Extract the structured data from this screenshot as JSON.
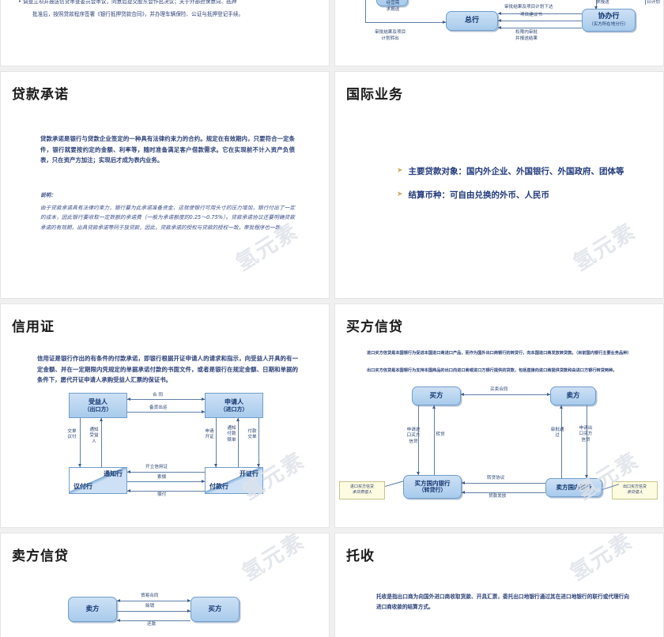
{
  "watermark": "氢元素",
  "slides": [
    {
      "id": "slide-partial-top-left",
      "title": "",
      "text_line1": "• 调查立项并报送信贷审查委员会审议，同意后提交股东会作出决议；关于外部担保意向、抵押",
      "text_line2": "批准后，按照贷款程序签署《银行抵押贷款合同》，并办理车辆保险、公证与抵押登记手续。"
    },
    {
      "id": "slide-partial-top-right",
      "diagram": {
        "nodes": [
          {
            "name": "总行",
            "sub": ""
          },
          {
            "name": "协办行",
            "sub": "（买方所在地分行）"
          }
        ],
        "labels": [
          "经营需求报送",
          "审批结果及项目计划下达",
          "项目建议书",
          "权限内审批并报送结果",
          "审批结果及项目计划转出",
          "求报送",
          "日计划"
        ]
      }
    },
    {
      "id": "slide-loan-commitment",
      "title": "贷款承诺",
      "body": "贷款承诺是银行与贷款企业签定的一种具有法律约束力的合约。规定在有效期内，只要符合一定条件，银行就要按约定的金额、利率等，随时准备满足客户借款需求。它在实现前不计入资产负债表，只在资产方加注；实现后才成为表内业务。",
      "note_label": "说明：",
      "note": "由于贷款承诺具有法律约束力，银行要为此承诺准备资金，这就使银行可用头寸的压力增加，银行付出了一定的成本，因此银行要收取一定数额的承诺费（一般为承诺额度的0.25～0.75%）。贷款承诺协议还要明确贷款承诺的有效期，出具贷款承诺等同于放贷款，因此，贷款承诺的授权与贷款的授权一致，审批程序也一致。"
    },
    {
      "id": "slide-international-business",
      "title": "国际业务",
      "bullets": [
        "主要贷款对象：国内外企业、外国银行、外国政府、团体等",
        "结算币种：可自由兑换的外币、人民币"
      ]
    },
    {
      "id": "slide-letter-of-credit",
      "title": "信用证",
      "body": "信用证是银行作出的有条件的付款承诺，即银行根据开证申请人的请求和指示，向受益人开具的有一定金额、并在一定期限内凭规定的单据承诺付款的书面文件，或者是银行在规定金额、日期和单据的条件下，愿代开证申请人承购受益人汇票的保证书。",
      "diagram": {
        "nodes": [
          {
            "name": "受益人",
            "sub": "（出口方）"
          },
          {
            "name": "申请人",
            "sub": "（进口方）"
          },
          {
            "t1": "通知行",
            "t2": "议付行"
          },
          {
            "t1": "开证行",
            "t2": "付款行"
          }
        ],
        "labels": [
          "合  同",
          "备货出运",
          "交单议付",
          "通知 受益人",
          "申请开证",
          "通知付款赎单",
          "付款交单",
          "开立信用证",
          "索偿",
          "偿付"
        ]
      }
    },
    {
      "id": "slide-buyer-credit",
      "title": "买方信贷",
      "para1": "进口买方信贷是本国银行为促进本国进口商进口产品，而作为国外出口商银行的转贷行，向本国进口商发放转贷款。（目前国内银行主要业务品种）",
      "para2": "出口买方信贷是本国银行为支持本国商品的出口向进口商或进口方银行提供的贷款，包括直接向进口商提供贷款和由进口方银行转贷两种。",
      "diagram": {
        "nodes": [
          {
            "name": "买方",
            "sub": ""
          },
          {
            "name": "卖方",
            "sub": ""
          },
          {
            "name": "买方国内银行",
            "sub": "（转贷行）"
          },
          {
            "name": "卖方国内银行",
            "sub": ""
          }
        ],
        "callouts": [
          {
            "l1": "进口买方信贷",
            "l2": "承贷费借人"
          },
          {
            "l1": "出口买方信贷",
            "l2": "承贷借人"
          }
        ],
        "labels": [
          "买卖合同",
          "申请进口买方信贷",
          "转贷",
          "审批通过",
          "申请出口买方信贷",
          "转贷协议",
          "贷款发放"
        ]
      }
    },
    {
      "id": "slide-seller-credit",
      "title": "卖方信贷",
      "diagram": {
        "nodes": [
          {
            "name": "卖方",
            "sub": ""
          },
          {
            "name": "买方",
            "sub": ""
          }
        ],
        "labels": [
          "贸易合同",
          "赊销",
          "还款"
        ]
      }
    },
    {
      "id": "slide-collection",
      "title": "托收",
      "body": "托收是指出口商为向国外进口商收取货款、开具汇票，委托出口地银行通过其在进口地银行的联行或代理行向进口商收款的结算方式。"
    }
  ]
}
